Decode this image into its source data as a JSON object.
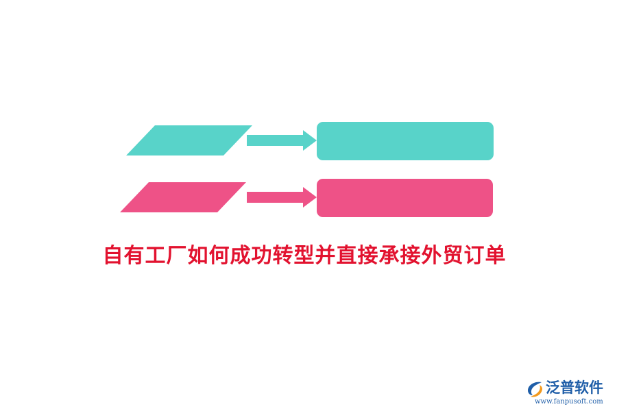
{
  "colors": {
    "teal": "#58d3c9",
    "pink": "#ee5287",
    "title_red": "#e2122f",
    "logo_blue": "#1f5ea8",
    "logo_orange": "#f39a1e"
  },
  "diagram": {
    "rows": [
      {
        "color": "teal"
      },
      {
        "color": "pink"
      }
    ]
  },
  "title": "自有工厂如何成功转型并直接承接外贸订单",
  "logo": {
    "icon": "fanpu-logo-icon",
    "name": "泛普软件",
    "url": "www.fanpusoft.com"
  }
}
